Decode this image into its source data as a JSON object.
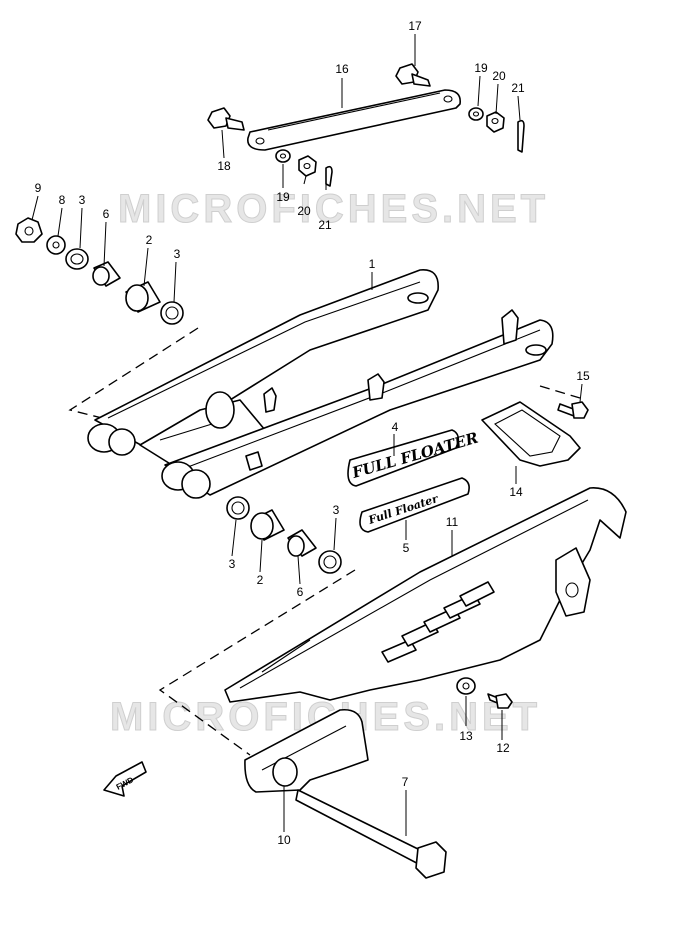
{
  "watermark": "MICROFICHES.NET",
  "decal_text_4": "FULL FLOATER",
  "decal_text_5": "Full Floater",
  "fwd_label": "FWD",
  "callouts": {
    "c1": "1",
    "c2a": "2",
    "c2b": "2",
    "c3a": "3",
    "c3b": "3",
    "c3c": "3",
    "c3d": "3",
    "c4": "4",
    "c5": "5",
    "c6a": "6",
    "c6b": "6",
    "c7": "7",
    "c8": "8",
    "c9": "9",
    "c10": "10",
    "c11": "11",
    "c12": "12",
    "c13": "13",
    "c14": "14",
    "c15": "15",
    "c16": "16",
    "c17": "17",
    "c18": "18",
    "c19a": "19",
    "c19b": "19",
    "c20a": "20",
    "c20b": "20",
    "c21a": "21",
    "c21b": "21"
  }
}
